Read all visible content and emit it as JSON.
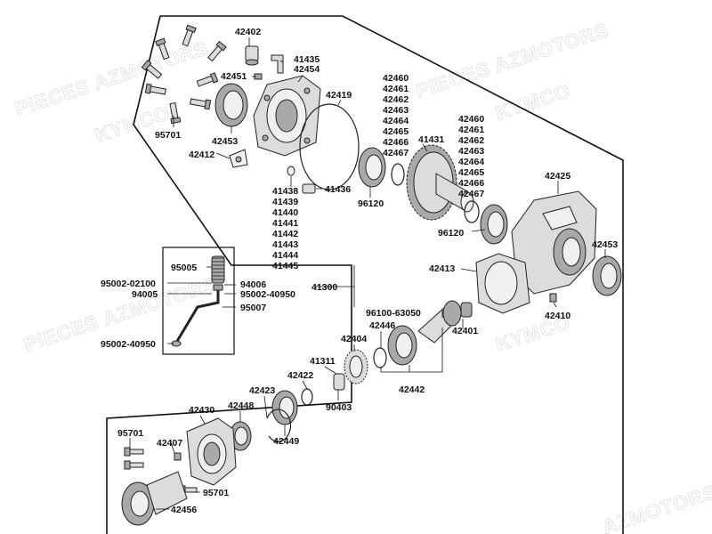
{
  "watermarks": [
    "PIECES AZMOTORS",
    "KYMCO",
    "PIECES AZMOTORS",
    "KYMCO",
    "PIECES AZMOTORS",
    "KYMCO",
    "AZMOTORS"
  ],
  "labels": {
    "p42402": "42402",
    "p41435": "41435",
    "p42451": "42451",
    "p42454": "42454",
    "p42419": "42419",
    "p95701_top": "95701",
    "p42453_top": "42453",
    "p42412": "42412",
    "p41438": "41438",
    "p41439": "41439",
    "p41440": "41440",
    "p41441": "41441",
    "p41442": "41442",
    "p41443": "41443",
    "p41444": "41444",
    "p41445": "41445",
    "p41436": "41436",
    "p96120_a": "96120",
    "p41431": "41431",
    "p42460_a": "42460",
    "p42461_a": "42461",
    "p42462_a": "42462",
    "p42463_a": "42463",
    "p42464_a": "42464",
    "p42465_a": "42465",
    "p42466_a": "42466",
    "p42467_a": "42467",
    "p42460_b": "42460",
    "p42461_b": "42461",
    "p42462_b": "42462",
    "p42463_b": "42463",
    "p42464_b": "42464",
    "p42465_b": "42465",
    "p42466_b": "42466",
    "p42467_b": "42467",
    "p42425": "42425",
    "p96120_b": "96120",
    "p42453_right": "42453",
    "p42413": "42413",
    "p42410": "42410",
    "p41300": "41300",
    "p95005": "95005",
    "p95002_02100": "95002-02100",
    "p94006": "94006",
    "p94005": "94005",
    "p95002_40950_a": "95002-40950",
    "p95007": "95007",
    "p95002_40950_b": "95002-40950",
    "p96100_63050": "96100-63050",
    "p42401": "42401",
    "p42446": "42446",
    "p42404": "42404",
    "p41311": "41311",
    "p42422": "42422",
    "p90403": "90403",
    "p42442": "42442",
    "p42423": "42423",
    "p42448": "42448",
    "p42449": "42449",
    "p42430": "42430",
    "p95701_left": "95701",
    "p42407": "42407",
    "p95701_bottom": "95701",
    "p42456": "42456"
  }
}
